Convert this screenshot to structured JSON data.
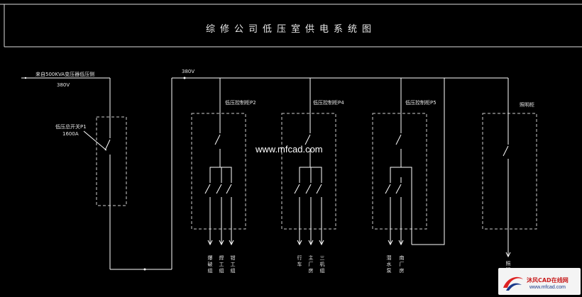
{
  "diagram": {
    "title": "综修公司低压室供电系统图",
    "source_label": "来自500KVA变压器低压侧",
    "source_voltage": "380V",
    "bus_voltage": "380V",
    "main_switch_label": "低压总开关P1",
    "main_switch_rating": "1600A",
    "cabinets": [
      {
        "label": "低压控制柜P2",
        "loads": [
          "爆破组",
          "焊工组",
          "钳工组"
        ]
      },
      {
        "label": "低压控制柜P4",
        "loads": [
          "行车",
          "主厂房",
          "三机组"
        ]
      },
      {
        "label": "低压控制柜P5",
        "loads": [
          "潜水泵",
          "南厂房"
        ]
      },
      {
        "label": "照明柜",
        "loads": [
          "照明"
        ]
      }
    ]
  },
  "watermark": "www.mfcad.com",
  "logo": {
    "text": "沐风CAD在线网",
    "url": "www.mfcad.com"
  },
  "colors": {
    "background": "#000000",
    "lines": "#ffffff",
    "dashed": "#cccccc"
  }
}
